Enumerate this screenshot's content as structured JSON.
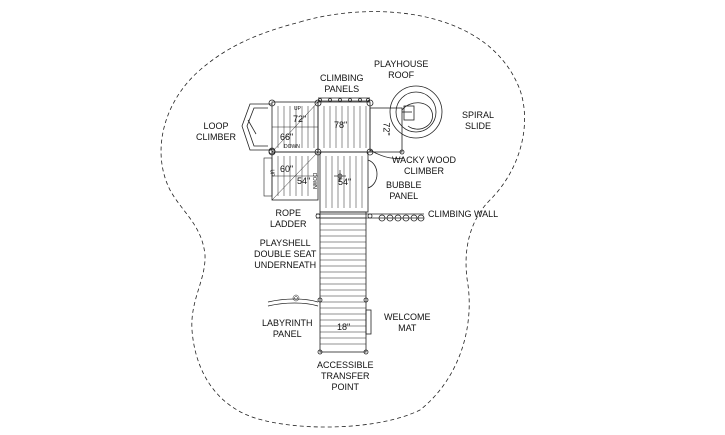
{
  "labels": {
    "playhouse_roof": "PLAYHOUSE\nROOF",
    "climbing_panels": "CLIMBING\nPANELS",
    "spiral_slide": "SPIRAL\nSLIDE",
    "loop_climber": "LOOP\nCLIMBER",
    "wacky_wood_climber": "WACKY WOOD\nCLIMBER",
    "bubble_panel": "BUBBLE\nPANEL",
    "climbing_wall": "CLIMBING WALL",
    "rope_ladder": "ROPE\nLADDER",
    "playshell": "PLAYSHELL\nDOUBLE SEAT\nUNDERNEATH",
    "labyrinth_panel": "LABYRINTH\nPANEL",
    "welcome_mat": "WELCOME\nMAT",
    "accessible_transfer_point": "ACCESSIBLE\nTRANSFER\nPOINT"
  },
  "dimensions": {
    "d72_left": "72\"",
    "d78": "78\"",
    "d72_vertical": "72\"",
    "d66": "66\"",
    "d60": "60\"",
    "d54_left": "54\"",
    "d54_center": "54\"",
    "d18": "18\""
  },
  "markers": {
    "up_top": "UP",
    "down_top": "DOWN",
    "up_side": "UP",
    "down_side": "DOWN"
  }
}
